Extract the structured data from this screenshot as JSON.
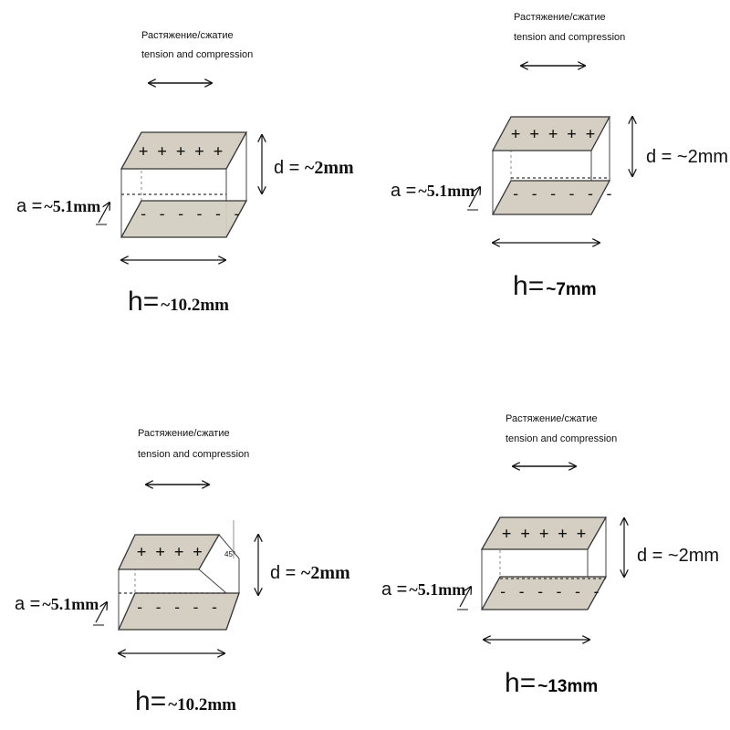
{
  "caption_ru": "Растяжение/сжатие",
  "caption_en": "tension and compression",
  "label_d": "d =",
  "label_a": "a =",
  "label_h": "h",
  "d_value": "~2mm",
  "a_value": "~5.1mm",
  "plus_row": "+ + + + +",
  "plus_row_short": "+ + + +",
  "minus_row": "- - - - - -",
  "minus_row_short": "- - - - -",
  "angle_label": "45°",
  "panels": [
    {
      "h_value": "~10.2mm"
    },
    {
      "h_value": "~7mm"
    },
    {
      "h_value": "~10.2mm"
    },
    {
      "h_value": "~13mm"
    }
  ],
  "colors": {
    "plate": "#d4cfc2",
    "stroke": "#333333"
  }
}
